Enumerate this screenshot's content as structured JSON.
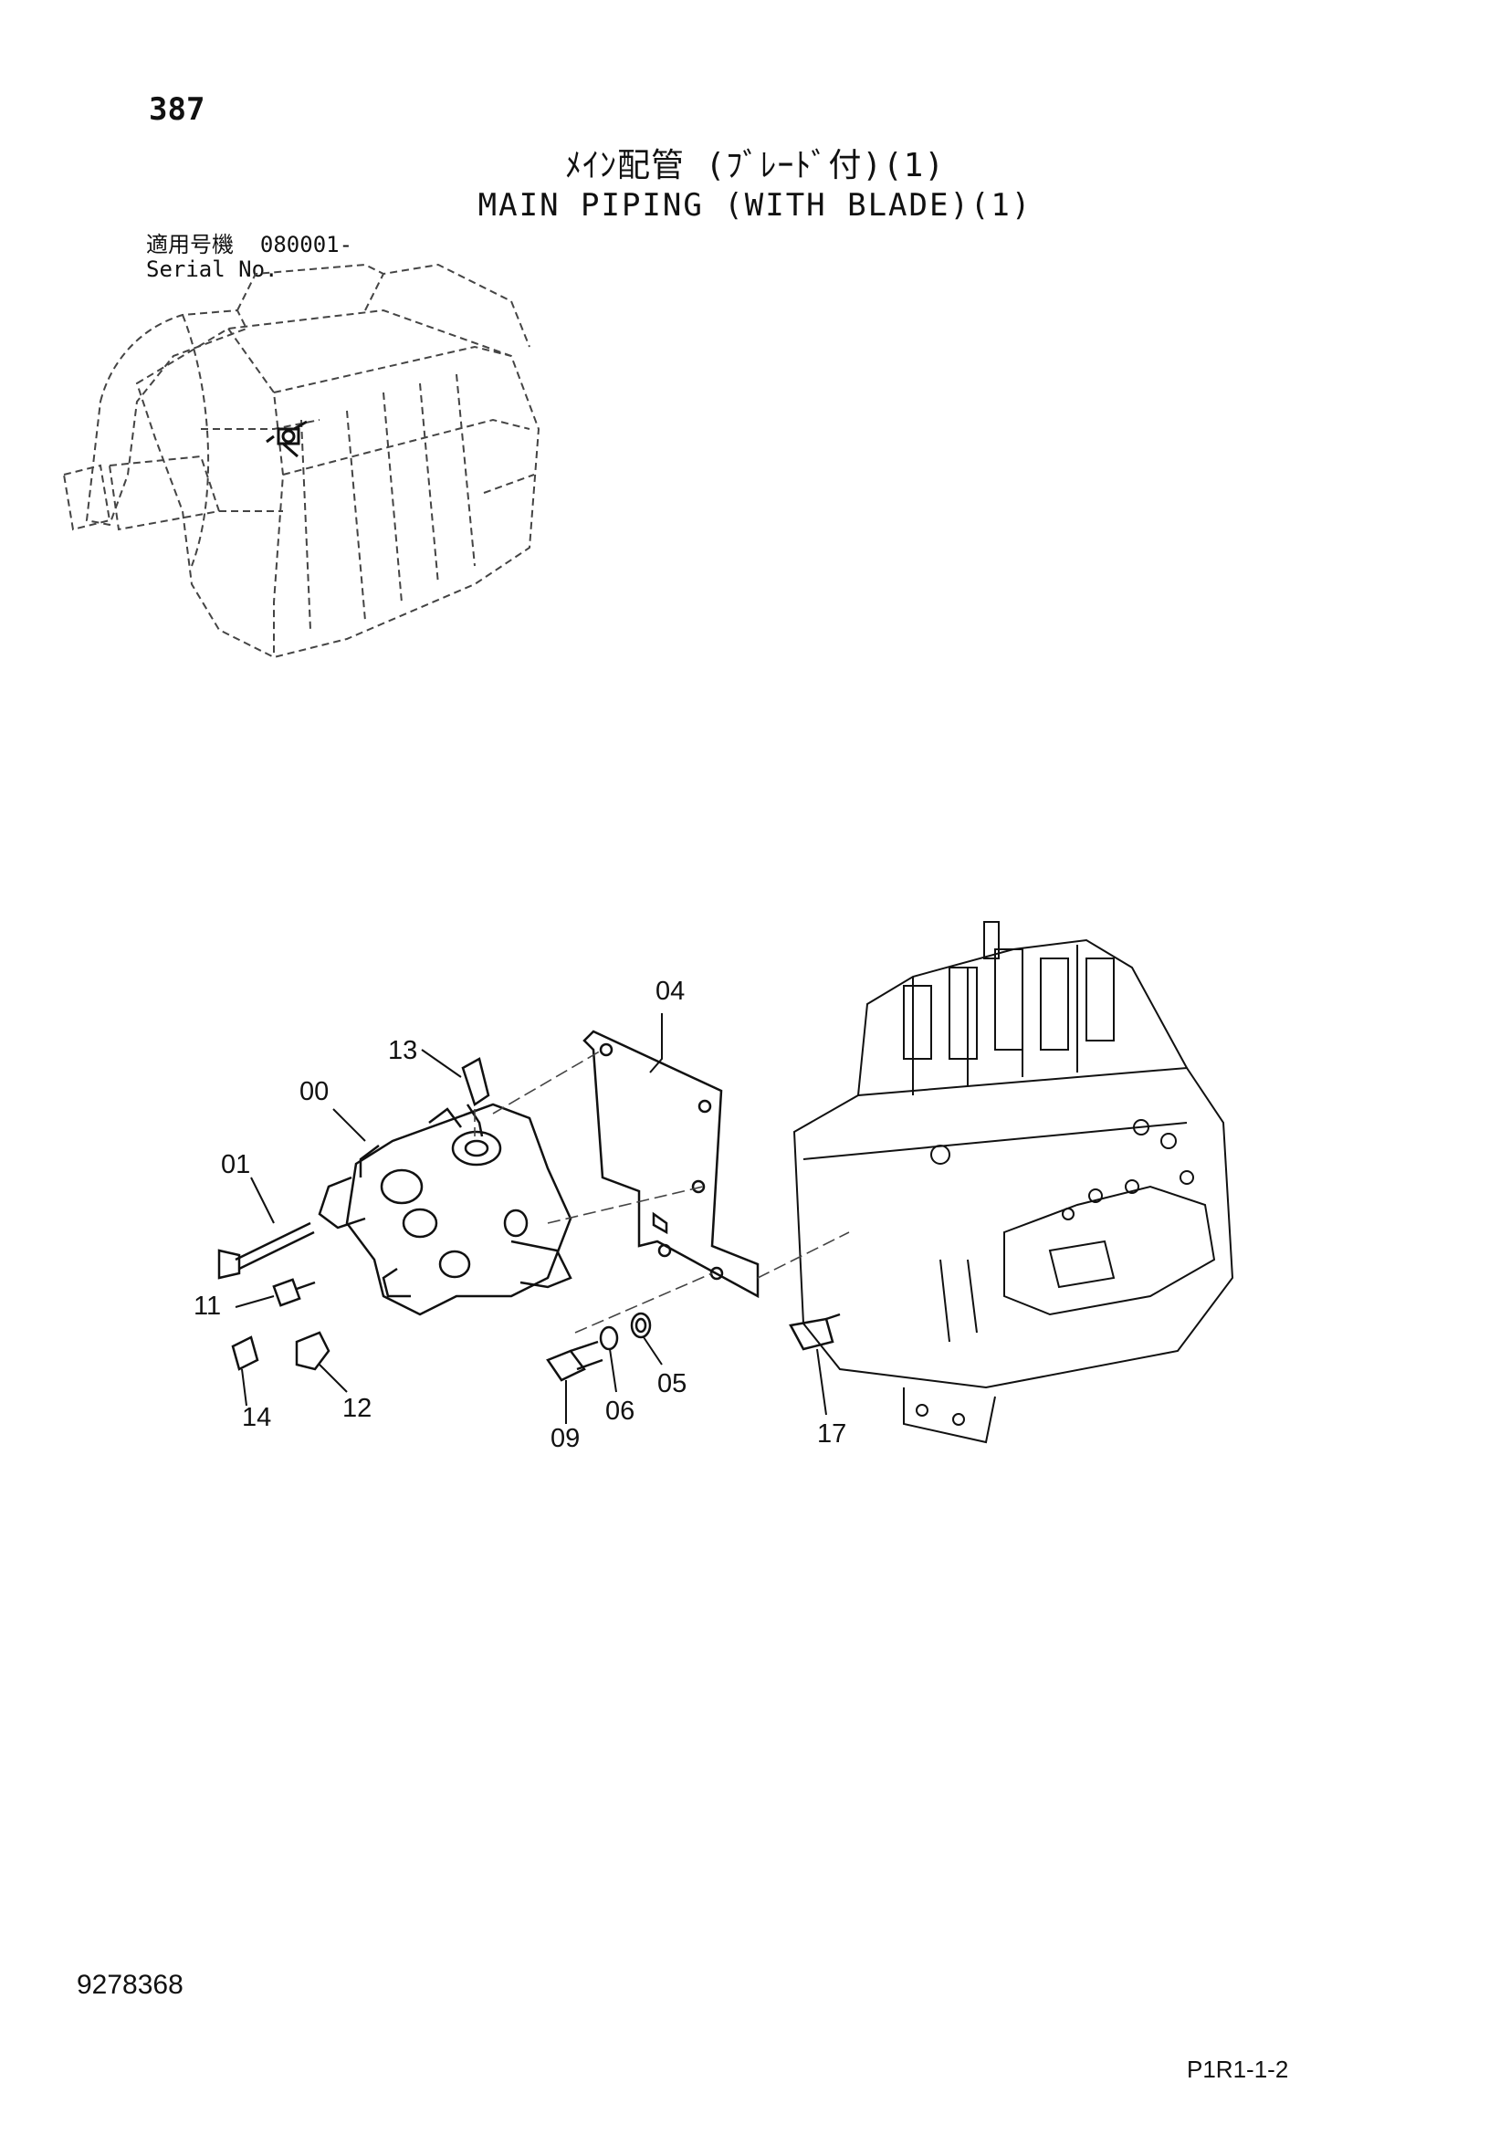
{
  "header": {
    "page_number": "387",
    "title_jp": "ﾒｲﾝ配管 (ﾌﾞﾚｰﾄﾞ付)(1)",
    "title_en": "MAIN PIPING (WITH BLADE)(1)",
    "serial_label_jp": "適用号機",
    "serial_range": "080001-",
    "serial_label_en": "Serial No."
  },
  "callouts": [
    "04",
    "13",
    "00",
    "01",
    "11",
    "14",
    "12",
    "09",
    "06",
    "05",
    "17"
  ],
  "footer": {
    "doc_number": "9278368",
    "page_code": "P1R1-1-2"
  }
}
